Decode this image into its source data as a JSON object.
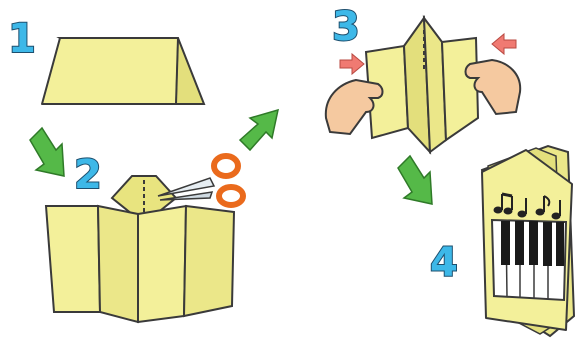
{
  "steps": [
    {
      "number": "1",
      "illustration": "paper-folded-tent"
    },
    {
      "number": "2",
      "illustration": "accordion-fold-cut-with-scissors"
    },
    {
      "number": "3",
      "illustration": "hands-pushing-paper-together"
    },
    {
      "number": "4",
      "illustration": "finished-piano-book"
    }
  ],
  "icons": [
    "scissors-icon",
    "arrow-icon",
    "hand-icon",
    "music-note-icon",
    "piano-keys-icon"
  ],
  "colors": {
    "paper": "#f3f09a",
    "paper_shade": "#e3df7c",
    "outline": "#3a3a3a",
    "arrow_green": "#55b948",
    "push_arrow": "#f07a72",
    "step_number": "#3db8e8",
    "scissors_handle": "#ea6a1c",
    "skin": "#f5c9a0"
  }
}
